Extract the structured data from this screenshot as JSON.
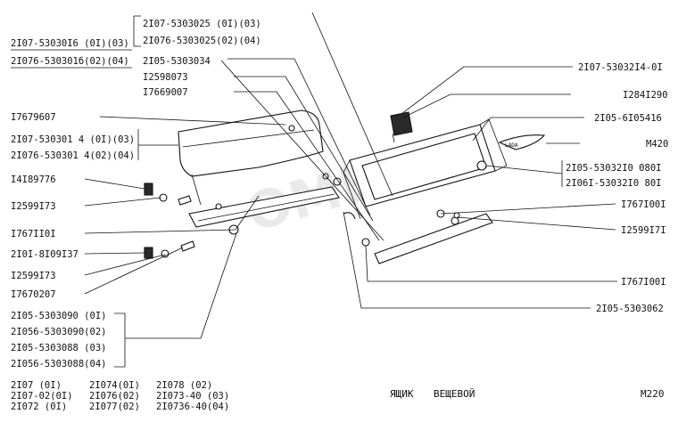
{
  "labels": {
    "l1": "2I07-5303025 (0I)(03)",
    "l2": "2I076-5303025(02)(04)",
    "l3": "2I07-53030I6 (0I)(03)",
    "l4": "2I076-530301б(02)(04)",
    "l5": "2I05-5303034",
    "l6": "I2598073",
    "l7": "I7669007",
    "l8": "2I07-53032I4-0I",
    "l9": "I284I290",
    "l10": "I7679607",
    "l11": "2I07-530301 4 (0I)(03)",
    "l12": "2I076-530301 4(02)(04)",
    "l13": "2I05-6I05416",
    "l14": "M420",
    "l15": "2I05-53032I0 080I",
    "l16": "2I06I-53032I0 80I",
    "l17": "I4I89776",
    "l18": "I2599I73",
    "l19": "I767I00I",
    "l20": "I2599I7I",
    "l21": "I767II0I",
    "l22": "2I0I-8I09I37",
    "l23": "I2599I73",
    "l24": "I7670207",
    "l25": "I767I00I",
    "l26": "2I05-5303062",
    "l27": "2I05-5303090 (0I)",
    "l28": "2I056-5303090(02)",
    "l29": "2I05-5303088 (03)",
    "l30": "2I056-5303088(04)"
  },
  "emblem_text": "LADA",
  "watermark": "ОМНИ",
  "footer": {
    "c1": [
      "2I07  (0I)",
      "2I07-02(0I)",
      "2I072  (0I)"
    ],
    "c2": [
      "2I074(0I)",
      "2I076(02)",
      "2I077(02)"
    ],
    "c3": [
      "2I078   (02)",
      "2I073-40 (03)",
      "2I0736-40(04)"
    ],
    "title_word1": "ЯЩИК",
    "title_word2": "ВЕЩЕВОЙ",
    "code": "M220"
  }
}
